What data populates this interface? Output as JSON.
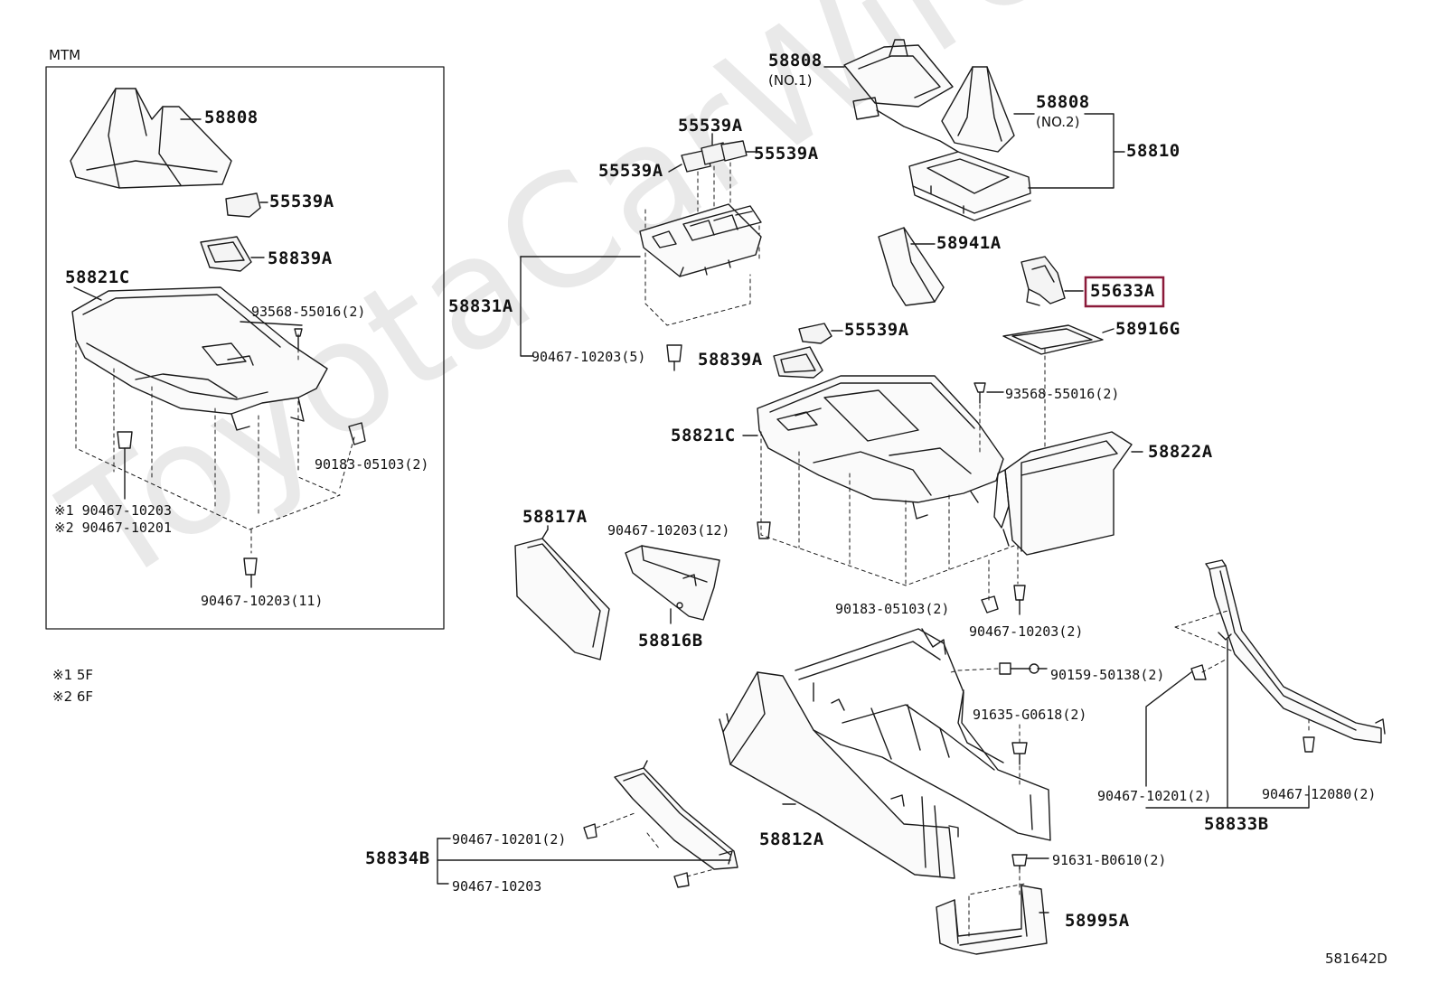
{
  "inset": {
    "caption": "MTM",
    "labels": {
      "boot": "58808",
      "plug": "55539A",
      "bezel": "58839A",
      "panel": "58821C",
      "screw": "93568-55016(2)",
      "nut": "90183-05103(2)",
      "clip_a": "※1 90467-10203",
      "clip_b": "※2 90467-10201",
      "clip_bottom": "90467-10203(11)"
    }
  },
  "footnotes": [
    "※1  5F",
    "※2  6F"
  ],
  "figure_code": "581642D",
  "labels": {
    "boot_no1": "58808",
    "boot_no1_note": "(NO.1)",
    "boot_no2": "58808",
    "boot_no2_note": "(NO.2)",
    "assy_58810": "58810",
    "plug_top": "55539A",
    "plug_left": "55539A",
    "plug_right": "55539A",
    "switch_base": "58831A",
    "switch_clip": "90467-10203(5)",
    "knob": "58941A",
    "cup_holder": "55633A",
    "mat": "58916G",
    "plug_mid": "55539A",
    "bezel_mid": "58839A",
    "screw_mid": "93568-55016(2)",
    "panel_mid": "58821C",
    "box": "58822A",
    "side_left": "58817A",
    "clip_mid": "90467-10203(12)",
    "bracket": "58816B",
    "nut_mid": "90183-05103(2)",
    "clip_box": "90467-10203(2)",
    "bolt_a": "90159-50138(2)",
    "bolt_b": "91635-G0618(2)",
    "clip_rear_a": "90467-10201(2)",
    "clip_rear_b": "90467-12080(2)",
    "rail_right": "58833B",
    "console_body": "58812A",
    "clip_front_a": "90467-10201(2)",
    "rail_front": "58834B",
    "clip_front_b": "90467-10203",
    "bolt_c": "91631-B0610(2)",
    "bracket_rear": "58995A"
  },
  "highlight": {
    "part": "55633A",
    "color": "#8b1a3a"
  },
  "colors": {
    "line": "#1a1a1a",
    "watermark": "#e9e9e9"
  }
}
